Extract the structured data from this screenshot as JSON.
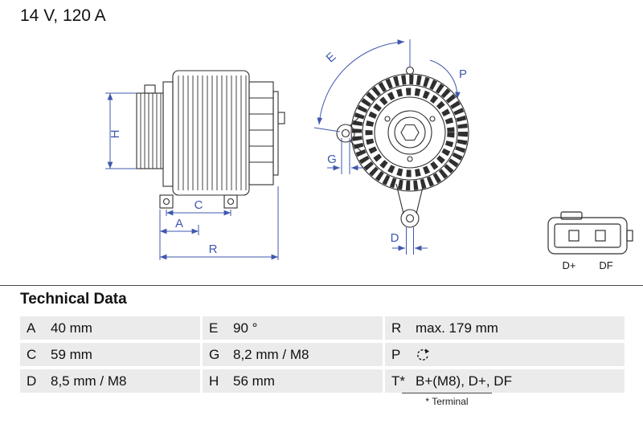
{
  "header": {
    "rating": "14 V, 120 A"
  },
  "labels": {
    "H": "H",
    "A": "A",
    "C": "C",
    "R": "R",
    "E": "E",
    "P": "P",
    "G": "G",
    "D": "D"
  },
  "connector": {
    "left": "D+",
    "right": "DF"
  },
  "table": {
    "title": "Technical Data",
    "rows": [
      [
        {
          "label": "A",
          "value": "40 mm"
        },
        {
          "label": "E",
          "value": "90 °"
        },
        {
          "label": "R",
          "value": "max. 179 mm"
        }
      ],
      [
        {
          "label": "C",
          "value": "59 mm"
        },
        {
          "label": "G",
          "value": "8,2 mm / M8"
        },
        {
          "label": "P",
          "value": "",
          "icon": "rotation-cw"
        }
      ],
      [
        {
          "label": "D",
          "value": "8,5 mm / M8"
        },
        {
          "label": "H",
          "value": "56 mm"
        },
        {
          "label": "T*",
          "value": "B+(M8), D+, DF"
        }
      ]
    ],
    "footnote": "* Terminal"
  },
  "colors": {
    "dimension_blue": "#3f58ae",
    "drawing_ink": "#2f2f2f",
    "row_background": "#ebebeb"
  }
}
